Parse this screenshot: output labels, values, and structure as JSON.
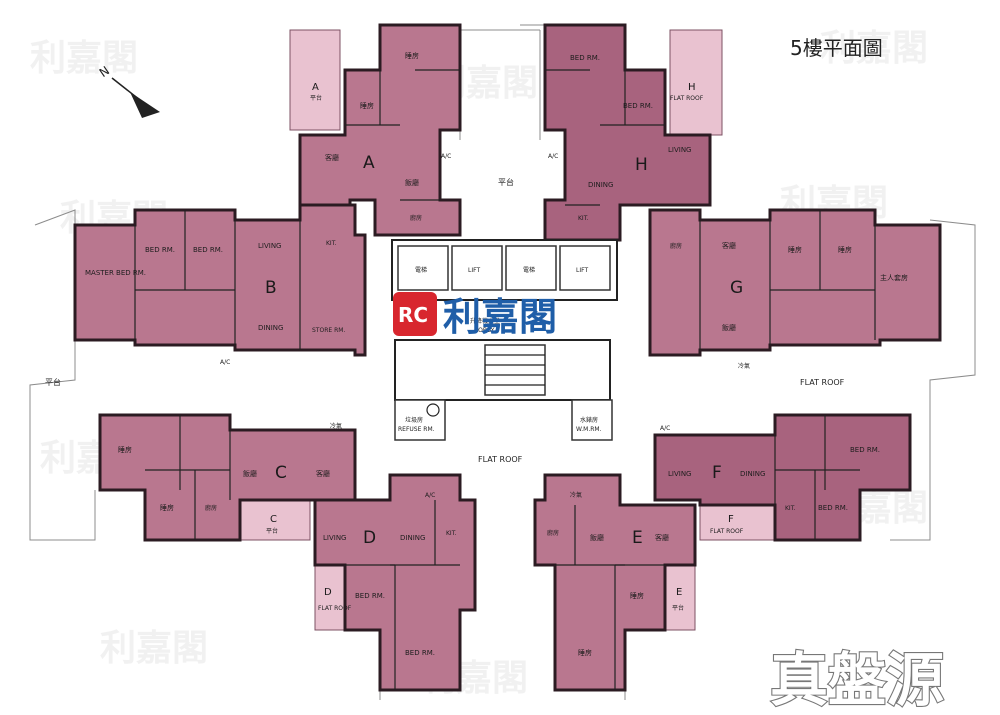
{
  "title": "5樓平面圖",
  "north": "N",
  "watermark": "利嘉閣",
  "logo": {
    "mark": "RC",
    "name": "利嘉閣"
  },
  "source_mark": "真盤源",
  "core": {
    "lifts": [
      "電梯",
      "LIFT",
      "電梯",
      "LIFT"
    ],
    "lobby_cn": "升降機大堂",
    "lobby_en": "LOBBY",
    "refuse_cn": "垃圾房",
    "refuse_en": "REFUSE RM.",
    "wmc_cn": "水錶房",
    "wmc_en": "W.M.RM.",
    "flat_roof": "FLAT ROOF"
  },
  "areas": {
    "platform": "平台",
    "platform_left": "平台",
    "flat_roof_right": "FLAT ROOF"
  },
  "units": {
    "A": {
      "letter": "A",
      "living": "客廳",
      "dining": "飯廳",
      "kitchen": "廚房",
      "bed1": "睡房",
      "bed2": "睡房",
      "terrace_letter": "A",
      "terrace": "平台",
      "ac": "A/C"
    },
    "B": {
      "letter": "B",
      "master": "MASTER BED RM.",
      "bed1": "BED RM.",
      "bed2": "BED RM.",
      "living": "LIVING",
      "dining": "DINING",
      "kitchen": "KIT.",
      "ac": "A/C",
      "store": "STORE RM."
    },
    "C": {
      "letter": "C",
      "living": "客廳",
      "dining": "飯廳",
      "bed1": "睡房",
      "bed2": "睡房",
      "kitchen": "廚房",
      "terrace_letter": "C",
      "terrace": "平台",
      "ac": "冷氣"
    },
    "D": {
      "letter": "D",
      "living": "LIVING",
      "dining": "DINING",
      "kitchen": "KIT.",
      "bed1": "BED RM.",
      "bed2": "BED RM.",
      "terrace_letter": "D",
      "terrace": "FLAT ROOF",
      "ac": "A/C"
    },
    "E": {
      "letter": "E",
      "living": "客廳",
      "dining": "飯廳",
      "kitchen": "廚房",
      "bed1": "睡房",
      "bed2": "睡房",
      "terrace_letter": "E",
      "terrace": "平台",
      "ac": "冷氣"
    },
    "F": {
      "letter": "F",
      "living": "LIVING",
      "dining": "DINING",
      "kitchen": "KIT.",
      "bed1": "BED RM.",
      "bed2": "BED RM.",
      "terrace_letter": "F",
      "terrace": "FLAT ROOF",
      "ac": "A/C"
    },
    "G": {
      "letter": "G",
      "living": "客廳",
      "dining": "飯廳",
      "kitchen": "廚房",
      "bed1": "睡房",
      "bed2": "睡房",
      "master": "主人套房",
      "ac": "冷氣"
    },
    "H": {
      "letter": "H",
      "living": "LIVING",
      "dining": "DINING",
      "kitchen": "KIT.",
      "bed1": "BED RM.",
      "bed2": "BED RM.",
      "terrace_letter": "H",
      "terrace": "FLAT ROOF",
      "ac": "A/C"
    }
  },
  "colors": {
    "unit": "#b9778f",
    "terrace": "#e9c2d0",
    "logo_blue": "#1f5ea8",
    "logo_red": "#d8262e"
  }
}
